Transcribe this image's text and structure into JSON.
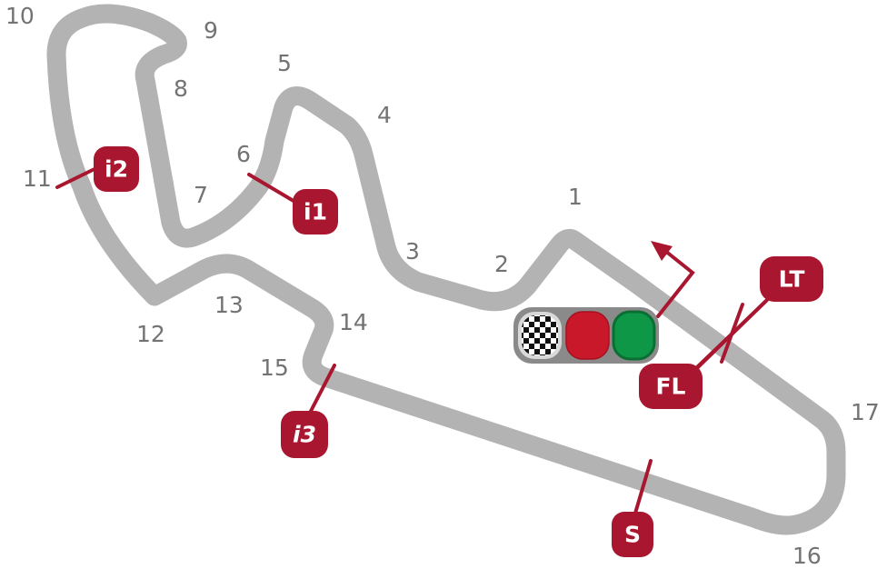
{
  "colors": {
    "track": "#b3b3b3",
    "corner_label": "#737373",
    "marker": "#a8162f",
    "marker_text": "#ffffff",
    "light_housing": "#8a8a8a",
    "light_red": "#c8182a",
    "light_green": "#0f9748",
    "background": "#ffffff"
  },
  "corners": [
    {
      "id": "1",
      "label": "1"
    },
    {
      "id": "2",
      "label": "2"
    },
    {
      "id": "3",
      "label": "3"
    },
    {
      "id": "4",
      "label": "4"
    },
    {
      "id": "5",
      "label": "5"
    },
    {
      "id": "6",
      "label": "6"
    },
    {
      "id": "7",
      "label": "7"
    },
    {
      "id": "8",
      "label": "8"
    },
    {
      "id": "9",
      "label": "9"
    },
    {
      "id": "10",
      "label": "10"
    },
    {
      "id": "11",
      "label": "11"
    },
    {
      "id": "12",
      "label": "12"
    },
    {
      "id": "13",
      "label": "13"
    },
    {
      "id": "14",
      "label": "14"
    },
    {
      "id": "15",
      "label": "15"
    },
    {
      "id": "16",
      "label": "16"
    },
    {
      "id": "17",
      "label": "17"
    }
  ],
  "markers": {
    "i1": {
      "label": "i1",
      "meaning": "intermediate-1"
    },
    "i2": {
      "label": "i2",
      "meaning": "intermediate-2"
    },
    "i3": {
      "label": "i3",
      "meaning": "intermediate-3"
    },
    "lt": {
      "label": "LT",
      "meaning": "lap-timing"
    },
    "fl": {
      "label": "FL",
      "meaning": "finish-line"
    },
    "s": {
      "label": "S",
      "meaning": "speed-trap"
    }
  },
  "start_lights": {
    "items": [
      "checkered-flag-icon",
      "red-light-icon",
      "green-light-icon"
    ],
    "direction": "arrow-up-left-icon"
  }
}
